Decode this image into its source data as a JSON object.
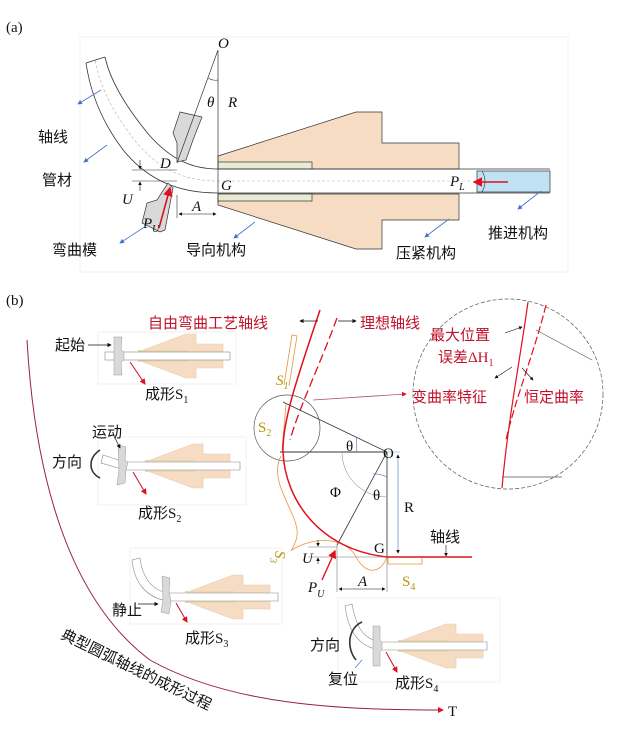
{
  "colors": {
    "guide_fill": "#f7dcc4",
    "die_fill": "#d9d9d9",
    "pusher_fill": "#bfe3f5",
    "red": "#e0101e",
    "orange": "#e8953a",
    "blue_arrow": "#4472c4",
    "label_red": "#c0102a",
    "gold": "#b8960c"
  },
  "panel_a": {
    "label": "(a)",
    "O": "O",
    "theta": "θ",
    "R": "R",
    "D": "D",
    "G": "G",
    "U": "U",
    "A": "A",
    "P_U": "P",
    "P_U_sub": "U",
    "P_L": "P",
    "P_L_sub": "L",
    "axis": "轴线",
    "tube": "管材",
    "bending_die": "弯曲模",
    "guide": "导向机构",
    "clamp": "压紧机构",
    "pusher": "推进机构"
  },
  "panel_b": {
    "label": "(b)",
    "free_axis": "自由弯曲工艺轴线",
    "ideal_axis": "理想轴线",
    "max_error_1": "最大位置",
    "max_error_2": "误差ΔH",
    "max_error_sub": "1",
    "variable_curvature": "变曲率特征",
    "constant_curvature": "恒定曲率",
    "O": "O",
    "theta": "θ",
    "phi": "Φ",
    "R": "R",
    "G": "G",
    "U": "U",
    "A": "A",
    "P_U": "P",
    "P_U_sub": "U",
    "axis": "轴线",
    "S": "S",
    "s1": "1",
    "s2": "2",
    "s3": "3",
    "s4": "4",
    "start": "起始",
    "motion": "运动",
    "direction": "方向",
    "stop": "静止",
    "reset": "复位",
    "forming": "成形S",
    "process": "典型圆弧轴线的成形过程",
    "time": "T"
  }
}
